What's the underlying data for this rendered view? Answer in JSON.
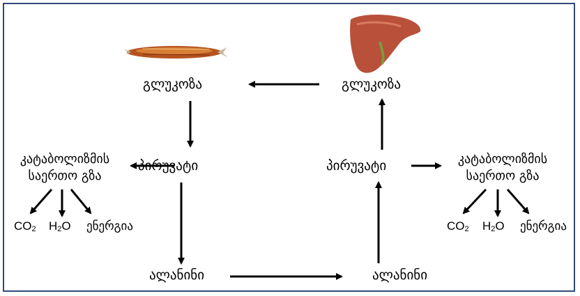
{
  "left": {
    "glucose": "გლუკოზა",
    "pyruvate": "პირუვატი",
    "pathway_line1": "კატაბოლიზმის",
    "pathway_line2": "საერთო გზა",
    "alanine": "ალანინი",
    "products": {
      "co2_main": "CO",
      "co2_sub": "2",
      "h2o_pre": "H",
      "h2o_sub": "2",
      "h2o_post": "O",
      "energy": "ენერგია"
    }
  },
  "right": {
    "glucose": "გლუკოზა",
    "pyruvate": "პირუვატი",
    "pathway_line1": "კატაბოლიზმის",
    "pathway_line2": "საერთო გზა",
    "alanine": "ალანინი",
    "products": {
      "co2_main": "CO",
      "co2_sub": "2",
      "h2o_pre": "H",
      "h2o_sub": "2",
      "h2o_post": "O",
      "energy": "ენერგია"
    }
  },
  "images": {
    "muscle": "muscle-image",
    "liver": "liver-image"
  },
  "colors": {
    "frame": "#2e4a7a",
    "arrow": "#000000",
    "liver": "#b8503a",
    "muscle": "#b5541f"
  }
}
